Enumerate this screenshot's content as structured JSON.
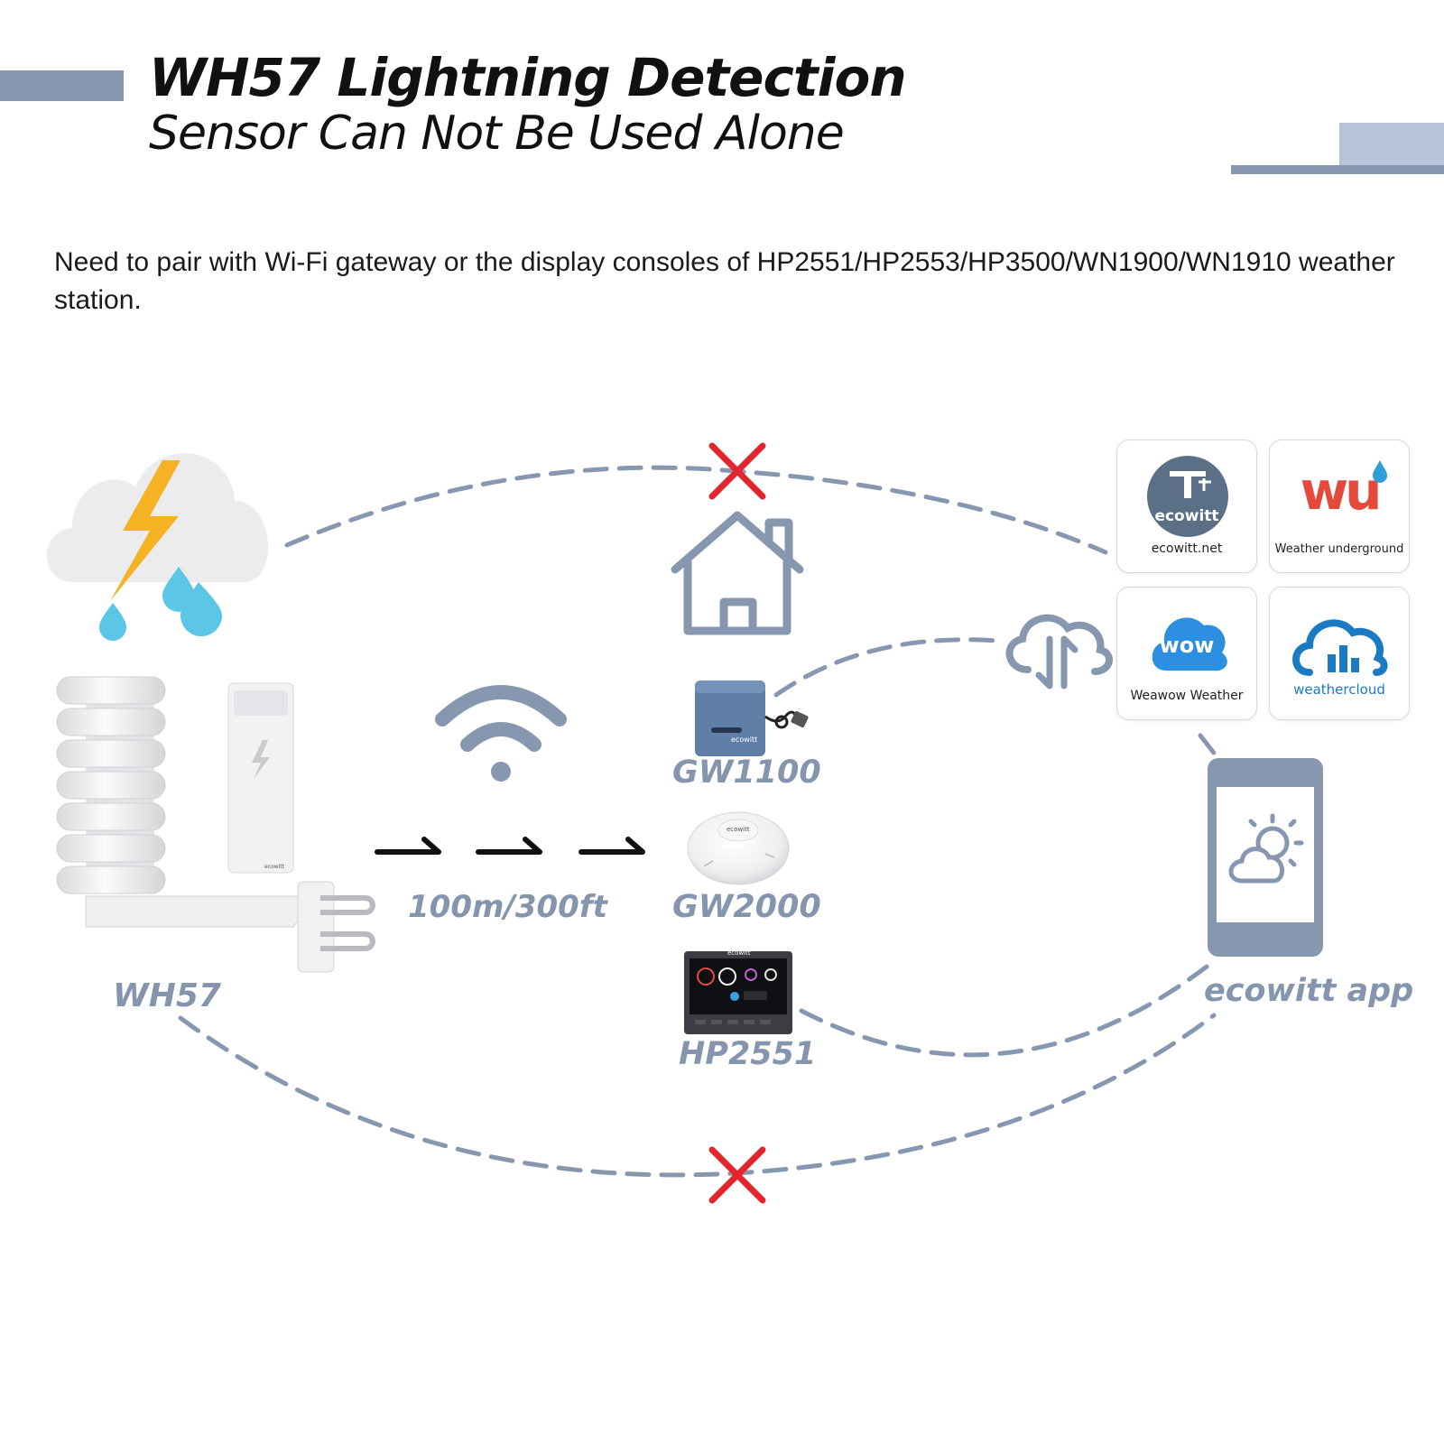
{
  "header": {
    "title_line1": "WH57 Lightning Detection",
    "title_line2": "Sensor Can Not Be Used Alone",
    "description": "Need to pair with Wi-Fi gateway or the display consoles of HP2551/HP2553/HP3500/WN1900/WN1910 weather station."
  },
  "devices": {
    "sensor_label": "WH57",
    "range_label": "100m/300ft",
    "gateway1_label": "GW1100",
    "gateway2_label": "GW2000",
    "console_label": "HP2551",
    "app_label": "ecowitt app"
  },
  "services": [
    {
      "name": "ecowitt.net",
      "logo_text": "ecowitt"
    },
    {
      "name": "Weather underground",
      "logo_text": "wu"
    },
    {
      "name": "Weawow Weather",
      "logo_text": "wow"
    },
    {
      "name": "weathercloud",
      "logo_text": ""
    }
  ],
  "product_text": {
    "gw1100_brand": "ecowitt",
    "gw2000_brand": "ecowitt",
    "hp2551_brand": "ecowitt",
    "wh57_brand": "ecowitt"
  },
  "colors": {
    "accent": "#8797b0",
    "label": "#8495ad",
    "cross": "#e3262d",
    "lightning": "#f5b324",
    "rain": "#5cc6e6",
    "cloud": "#ececee"
  },
  "icons": [
    "lightning-cloud-icon",
    "house-icon",
    "wifi-icon",
    "cloud-sync-icon",
    "phone-weather-icon",
    "cross-icon"
  ]
}
